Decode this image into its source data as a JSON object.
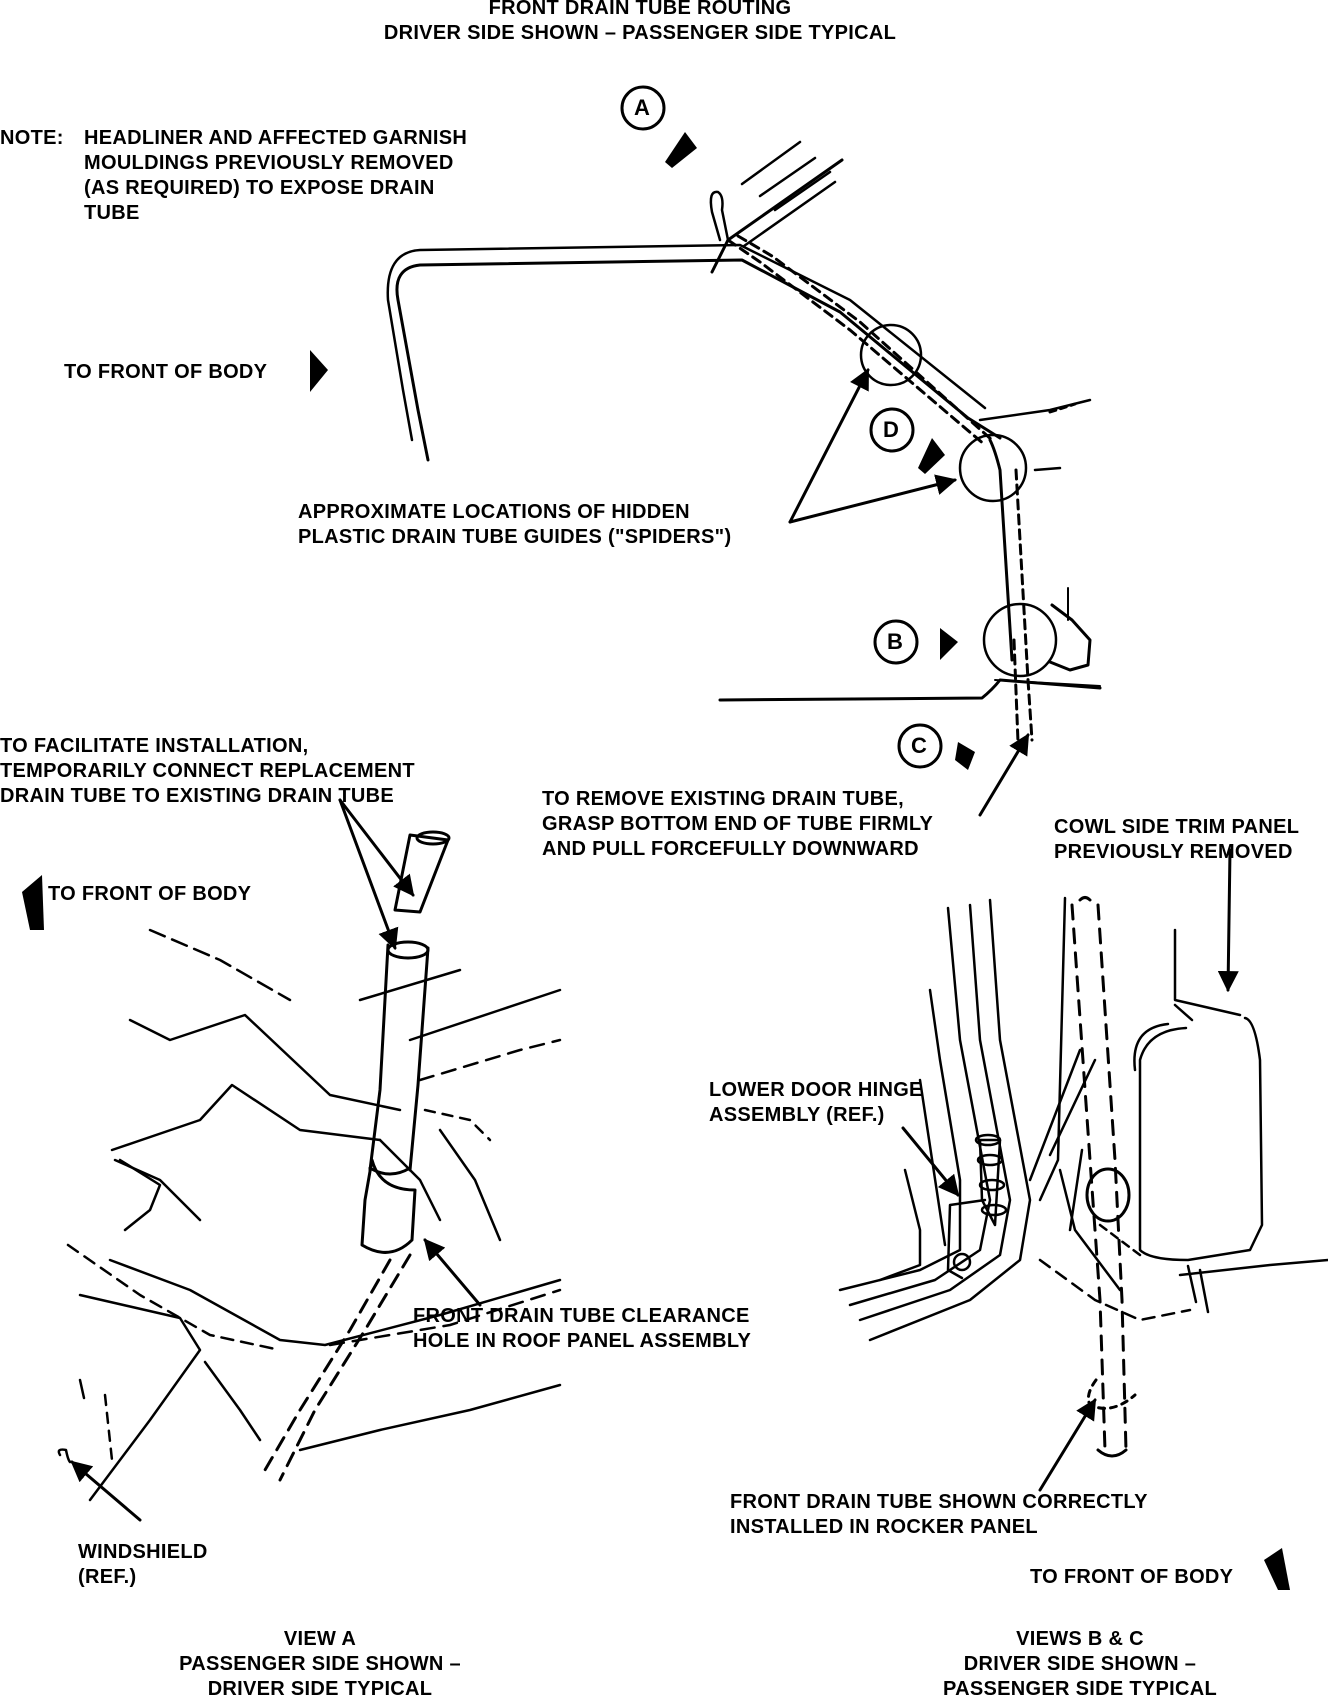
{
  "header": {
    "line1": "FRONT DRAIN TUBE ROUTING",
    "line2": "DRIVER SIDE SHOWN – PASSENGER SIDE TYPICAL"
  },
  "note": {
    "prefix": "NOTE:",
    "lines": [
      "HEADLINER AND AFFECTED GARNISH",
      "MOULDINGS PREVIOUSLY REMOVED",
      "(AS REQUIRED) TO EXPOSE DRAIN",
      "TUBE"
    ]
  },
  "callouts": {
    "a": "A",
    "b": "B",
    "c": "C",
    "d": "D"
  },
  "to_front_of_body": "TO FRONT OF BODY",
  "spiders": {
    "line1": "APPROXIMATE LOCATIONS OF HIDDEN",
    "line2": "PLASTIC DRAIN TUBE GUIDES (\"SPIDERS\")"
  },
  "facilitate": {
    "line1": "TO FACILITATE INSTALLATION,",
    "line2": "TEMPORARILY CONNECT REPLACEMENT",
    "line3": "DRAIN TUBE TO EXISTING DRAIN TUBE"
  },
  "remove": {
    "line1": "TO REMOVE EXISTING DRAIN TUBE,",
    "line2": "GRASP BOTTOM END OF TUBE FIRMLY",
    "line3": "AND PULL FORCEFULLY DOWNWARD"
  },
  "cowl": {
    "line1": "COWL SIDE TRIM PANEL",
    "line2": "PREVIOUSLY REMOVED"
  },
  "hinge": {
    "line1": "LOWER DOOR HINGE",
    "line2": "ASSEMBLY (REF.)"
  },
  "clearance": {
    "line1": "FRONT DRAIN TUBE CLEARANCE",
    "line2": "HOLE IN ROOF PANEL ASSEMBLY"
  },
  "rocker": {
    "line1": "FRONT DRAIN TUBE SHOWN CORRECTLY",
    "line2": "INSTALLED IN ROCKER PANEL"
  },
  "windshield": {
    "line1": "WINDSHIELD",
    "line2": "(REF.)"
  },
  "view_a": {
    "line1": "VIEW A",
    "line2": "PASSENGER SIDE SHOWN –",
    "line3": "DRIVER SIDE TYPICAL"
  },
  "views_bc": {
    "line1": "VIEWS B & C",
    "line2": "DRIVER SIDE SHOWN –",
    "line3": "PASSENGER SIDE TYPICAL"
  }
}
